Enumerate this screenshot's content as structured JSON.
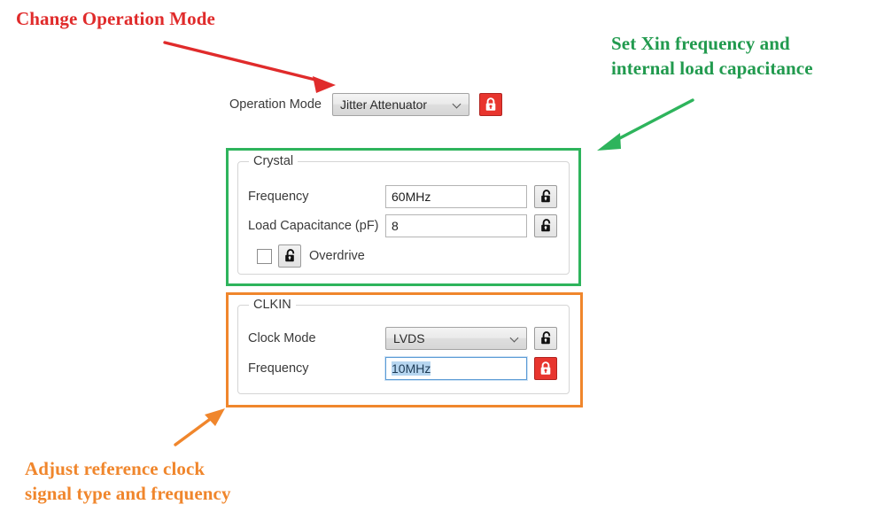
{
  "annotations": {
    "red": {
      "text": "Change Operation Mode",
      "color": "#e02b2b",
      "arrow": "arrow-down-right-icon"
    },
    "green": {
      "text": "Set Xin frequency and\ninternal load capacitance",
      "color": "#219a4e",
      "arrow": "arrow-down-left-icon"
    },
    "orange": {
      "text": "Adjust reference clock\nsignal type and frequency",
      "color": "#f0862c",
      "arrow": "arrow-up-right-icon"
    }
  },
  "operation_mode": {
    "label": "Operation Mode",
    "value": "Jitter Attenuator",
    "options": [
      "Jitter Attenuator"
    ],
    "lock": {
      "state": "locked",
      "icon": "lock-closed-icon",
      "color": "#e8352e"
    }
  },
  "crystal": {
    "legend": "Crystal",
    "highlight_color": "#2eb45c",
    "frequency": {
      "label": "Frequency",
      "value": "60MHz",
      "lock": {
        "state": "unlocked",
        "icon": "lock-open-icon"
      }
    },
    "load_capacitance": {
      "label": "Load Capacitance (pF)",
      "value": "8",
      "lock": {
        "state": "unlocked",
        "icon": "lock-open-icon"
      }
    },
    "overdrive": {
      "label": "Overdrive",
      "checked": false,
      "lock": {
        "state": "unlocked",
        "icon": "lock-open-icon"
      }
    }
  },
  "clkin": {
    "legend": "CLKIN",
    "highlight_color": "#f0862c",
    "clock_mode": {
      "label": "Clock Mode",
      "value": "LVDS",
      "options": [
        "LVDS"
      ],
      "lock": {
        "state": "unlocked",
        "icon": "lock-open-icon"
      }
    },
    "frequency": {
      "label": "Frequency",
      "value": "10MHz",
      "focused": true,
      "selected": true,
      "lock": {
        "state": "locked",
        "icon": "lock-closed-icon",
        "color": "#e8352e"
      }
    }
  }
}
